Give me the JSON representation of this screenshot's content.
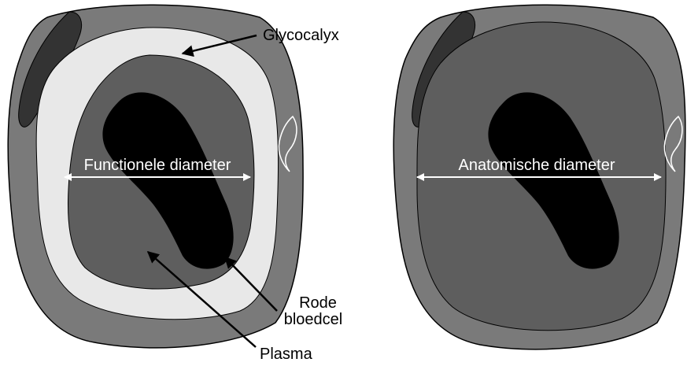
{
  "labels": {
    "glycocalyx": "Glycocalyx",
    "functional_diameter": "Functionele diameter",
    "anatomical_diameter": "Anatomische diameter",
    "red_blood_cell_line1": "Rode",
    "red_blood_cell_line2": "bloedcel",
    "plasma": "Plasma"
  },
  "colors": {
    "vessel_wall": "#7a7a7a",
    "endothelial_cell": "#333333",
    "glycocalyx": "#e8e8e8",
    "plasma": "#5e5e5e",
    "red_blood_cell": "#000000",
    "arrow": "#000000",
    "diameter_arrow": "#ffffff"
  }
}
